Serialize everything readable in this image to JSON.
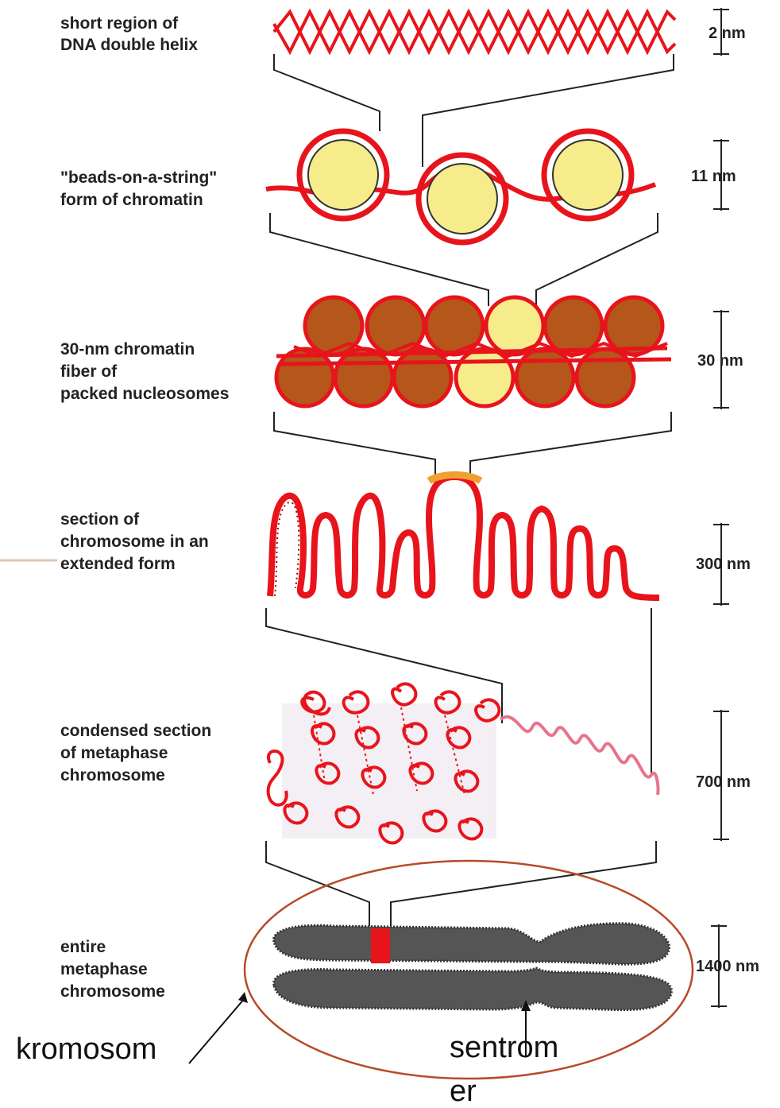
{
  "levels": [
    {
      "label_lines": [
        "short region of",
        "DNA double helix"
      ],
      "scale": "2 nm"
    },
    {
      "label_lines": [
        "\"beads-on-a-string\"",
        "form of chromatin"
      ],
      "scale": "11 nm"
    },
    {
      "label_lines": [
        "30-nm chromatin",
        "fiber of",
        "packed nucleosomes"
      ],
      "scale": "30 nm"
    },
    {
      "label_lines": [
        "section of",
        "chromosome in an",
        "extended form"
      ],
      "scale": "300 nm"
    },
    {
      "label_lines": [
        "condensed section",
        "of metaphase",
        "chromosome"
      ],
      "scale": "700 nm"
    },
    {
      "label_lines": [
        "entire",
        "metaphase",
        "chromosome"
      ],
      "scale": "1400 nm"
    }
  ],
  "annotations": {
    "chromosome_label": "kromosom",
    "centromere_label_line1": "sentrom",
    "centromere_label_line2": "er"
  },
  "colors": {
    "dna_red": "#e8141c",
    "bead_yellow": "#f6ec8c",
    "nucleosome_brown": "#b5561a",
    "chromosome_gray": "#555555",
    "ellipse_outline": "#b84a2a"
  }
}
